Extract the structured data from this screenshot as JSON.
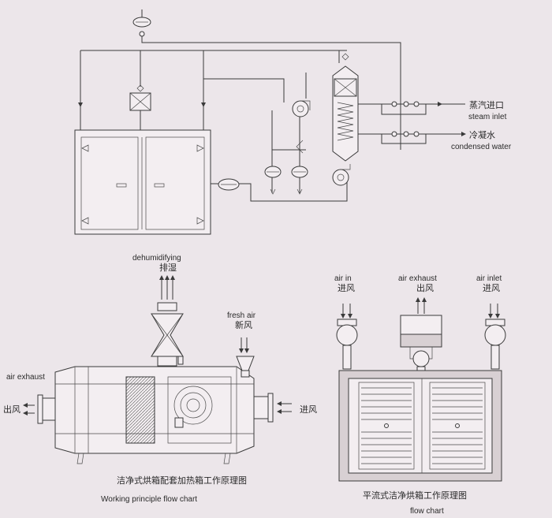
{
  "diagram": {
    "colors": {
      "paper": "#ece6ea",
      "line": "#3a3a3a",
      "text": "#2a2a2a"
    },
    "top": {
      "steam_inlet_cn": "蒸汽进口",
      "steam_inlet_en": "steam inlet",
      "condensed_water_cn": "冷凝水",
      "condensed_water_en": "condensed water"
    },
    "left": {
      "dehumidifying_en": "dehumidifying",
      "dehumidifying_cn": "排湿",
      "fresh_air_en": "fresh air",
      "fresh_air_cn": "新风",
      "air_exhaust_en": "air exhaust",
      "outlet_cn": "出风",
      "inlet_cn": "进风",
      "caption_cn": "洁净式烘箱配套加热箱工作原理图",
      "caption_en": "Working principle flow chart"
    },
    "right": {
      "air_in_en": "air in",
      "air_in_cn": "进风",
      "air_exhaust_en": "air exhaust",
      "air_exhaust_cn": "出风",
      "air_inlet_en": "air inlet",
      "air_inlet_cn": "进风",
      "caption_cn": "平流式洁净烘箱工作原理图",
      "caption_en": "flow chart"
    }
  }
}
